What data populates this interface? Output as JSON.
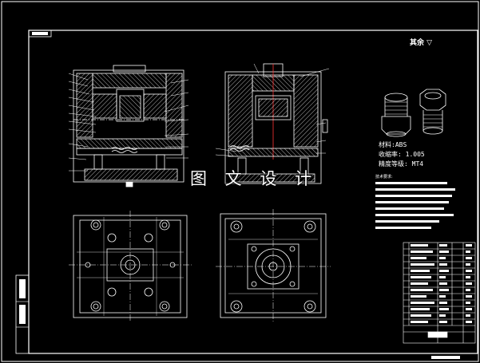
{
  "watermark": "图 文 设 计",
  "surface_note": "其余 ▽",
  "material_label": "材料:ABS",
  "shrinkage_label": "收缩率: 1.005",
  "tolerance_label": "精度等级: MT4",
  "tech_requirements_title": "技术要求:",
  "colors": {
    "background": "#000000",
    "line": "#ffffff",
    "detail": "#e8e8e8",
    "accent_red": "#ff3333"
  }
}
